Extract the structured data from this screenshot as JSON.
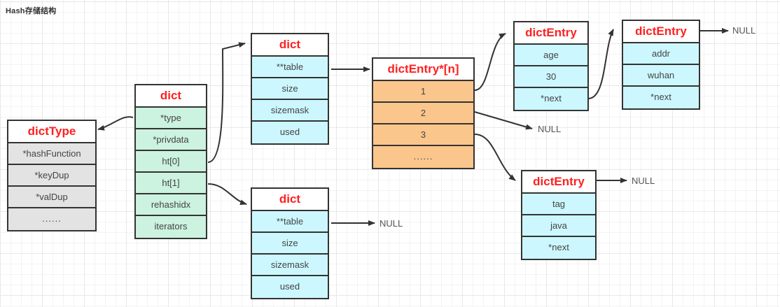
{
  "title": "Hash存储结构",
  "diagram": {
    "type": "structure-diagram",
    "boxes": [
      {
        "id": "dicttype",
        "header": "dictType",
        "rows": [
          "*hashFunction",
          "*keyDup",
          "*valDup",
          "......"
        ],
        "row_color": "#e3e3e3"
      },
      {
        "id": "dict-main",
        "header": "dict",
        "rows": [
          "*type",
          "*privdata",
          "ht[0]",
          "ht[1]",
          "rehashidx",
          "iterators"
        ],
        "row_color": "#ccf2e0"
      },
      {
        "id": "dictht-top",
        "header": "dict",
        "rows": [
          "**table",
          "size",
          "sizemask",
          "used"
        ],
        "row_color": "#ccf7ff"
      },
      {
        "id": "dictht-bottom",
        "header": "dict",
        "rows": [
          "**table",
          "size",
          "sizemask",
          "used"
        ],
        "row_color": "#ccf7ff"
      },
      {
        "id": "dictentry-array",
        "header": "dictEntry*[n]",
        "rows": [
          "1",
          "2",
          "3",
          "......"
        ],
        "row_color": "#fbc68c"
      },
      {
        "id": "dictentry-age",
        "header": "dictEntry",
        "rows": [
          "age",
          "30",
          "*next"
        ],
        "row_color": "#ccf7ff"
      },
      {
        "id": "dictentry-addr",
        "header": "dictEntry",
        "rows": [
          "addr",
          "wuhan",
          "*next"
        ],
        "row_color": "#ccf7ff"
      },
      {
        "id": "dictentry-tag",
        "header": "dictEntry",
        "rows": [
          "tag",
          "java",
          "*next"
        ],
        "row_color": "#ccf7ff"
      }
    ],
    "null_labels": [
      "NULL",
      "NULL",
      "NULL",
      "NULL"
    ],
    "colors": {
      "header_text": "#ff2020",
      "border": "#333333",
      "cyan": "#ccf7ff",
      "green": "#ccf2e0",
      "orange": "#fbc68c",
      "gray": "#e3e3e3",
      "grid": "#e8e8e8"
    }
  }
}
